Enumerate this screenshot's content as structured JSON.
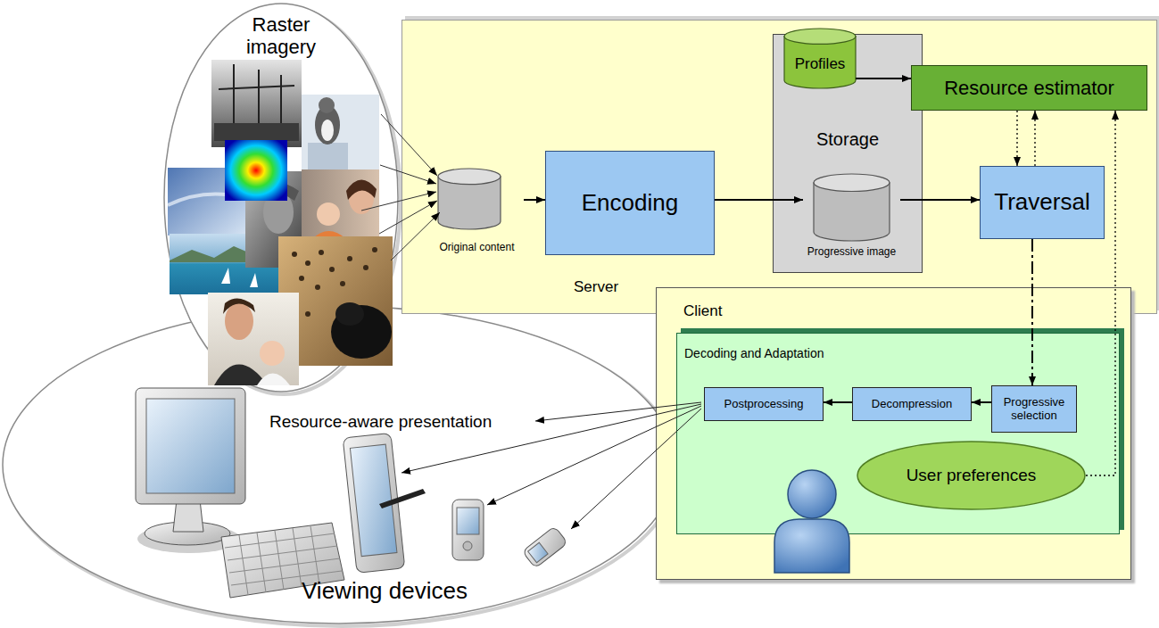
{
  "diagram": {
    "nodes": [
      {
        "text": [
          "Raster imagery"
        ]
      },
      {
        "text": [
          "Server"
        ]
      },
      {
        "text": [
          "Original content"
        ],
        "in": 1
      },
      {
        "text": [
          "Encoding"
        ],
        "in": 1
      },
      {
        "text": [
          "Storage"
        ],
        "in": 1
      },
      {
        "text": [
          "Profiles"
        ],
        "in": 4
      },
      {
        "text": [
          "Progressive image"
        ],
        "in": 4
      },
      {
        "text": [
          "Resource estimator"
        ],
        "in": 1
      },
      {
        "text": [
          "Traversal"
        ],
        "in": 1
      },
      {
        "text": [
          "Client"
        ]
      },
      {
        "text": [
          "Decoding and Adaptation"
        ],
        "in": 9
      },
      {
        "text": [
          "Postprocessing"
        ],
        "in": 10
      },
      {
        "text": [
          "Decompression"
        ],
        "in": 10
      },
      {
        "text": [
          "Progressive selection"
        ],
        "in": 10
      },
      {
        "text": [
          "User preferences"
        ],
        "in": 10
      },
      {
        "text": [
          "Resource-aware presentation",
          "Viewing devices"
        ]
      }
    ],
    "edges": [
      {
        "from": 2,
        "to": 3,
        "arrow": "to"
      },
      {
        "from": 3,
        "to": 6,
        "arrow": "to"
      },
      {
        "from": 6,
        "to": 8,
        "arrow": "to"
      },
      {
        "from": 5,
        "to": 7,
        "arrow": "to"
      },
      {
        "from": 7,
        "to": 8,
        "arrow": "to"
      },
      {
        "from": 8,
        "to": 7,
        "arrow": "to"
      },
      {
        "from": 14,
        "to": 7,
        "arrow": "to"
      },
      {
        "from": 8,
        "to": 13,
        "arrow": "to"
      },
      {
        "from": 13,
        "to": 12,
        "arrow": "to"
      },
      {
        "from": 12,
        "to": 11,
        "arrow": "to"
      }
    ]
  }
}
